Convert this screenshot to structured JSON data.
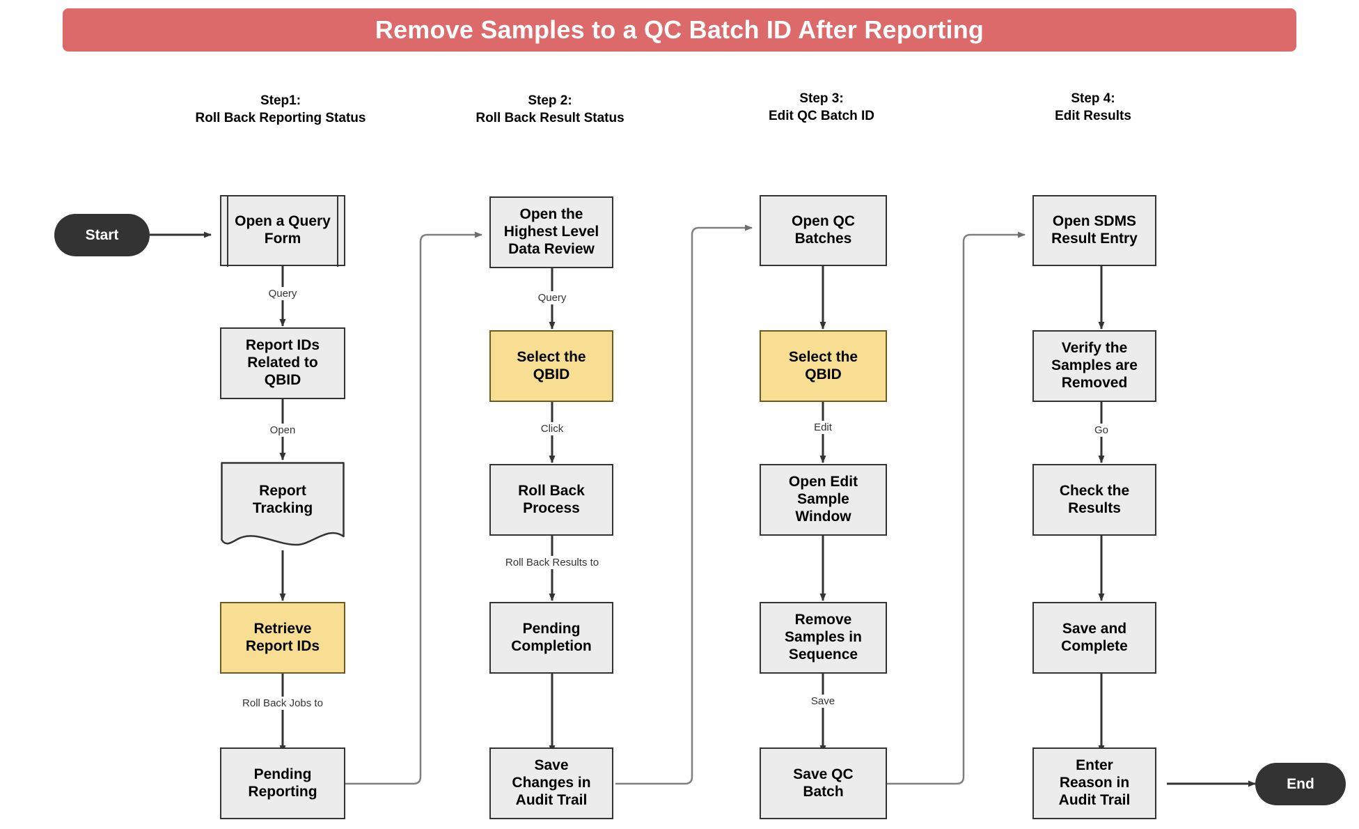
{
  "title": {
    "text": "Remove Samples to a QC Batch ID After Reporting",
    "banner_color": "#DD6A6A",
    "text_color": "#ffffff"
  },
  "colors": {
    "node_fill": "#ECECEC",
    "node_border": "#333333",
    "highlight_fill": "#F8DE93",
    "highlight_border": "#6B5A22",
    "terminator_fill": "#333333",
    "edge_stroke": "#333333",
    "cross_edge_stroke": "#7F7F7F"
  },
  "columns": [
    {
      "heading": "Step1:",
      "subheading": "Roll Back Reporting Status"
    },
    {
      "heading": "Step 2:",
      "subheading": "Roll Back Result Status"
    },
    {
      "heading": "Step 3:",
      "subheading": "Edit QC Batch ID"
    },
    {
      "heading": "Step 4:",
      "subheading": "Edit Results"
    }
  ],
  "terminators": {
    "start": "Start",
    "end": "End"
  },
  "nodes": {
    "c1n1": {
      "lines": [
        "Open a Query",
        "Form"
      ],
      "shape": "predefined-process",
      "highlight": false
    },
    "c1n2": {
      "lines": [
        "Report IDs",
        "Related to",
        "QBID"
      ],
      "shape": "process",
      "highlight": false
    },
    "c1n3": {
      "lines": [
        "Report",
        "Tracking"
      ],
      "shape": "document",
      "highlight": false
    },
    "c1n4": {
      "lines": [
        "Retrieve",
        "Report IDs"
      ],
      "shape": "process",
      "highlight": true
    },
    "c1n5": {
      "lines": [
        "Pending",
        "Reporting"
      ],
      "shape": "process",
      "highlight": false
    },
    "c2n1": {
      "lines": [
        "Open the",
        "Highest Level",
        "Data Review"
      ],
      "shape": "process",
      "highlight": false
    },
    "c2n2": {
      "lines": [
        "Select the",
        "QBID"
      ],
      "shape": "process",
      "highlight": true
    },
    "c2n3": {
      "lines": [
        "Roll Back",
        "Process"
      ],
      "shape": "process",
      "highlight": false
    },
    "c2n4": {
      "lines": [
        "Pending",
        "Completion"
      ],
      "shape": "process",
      "highlight": false
    },
    "c2n5": {
      "lines": [
        "Save",
        "Changes in",
        "Audit Trail"
      ],
      "shape": "process",
      "highlight": false
    },
    "c3n1": {
      "lines": [
        "Open QC",
        "Batches"
      ],
      "shape": "process",
      "highlight": false
    },
    "c3n2": {
      "lines": [
        "Select the",
        "QBID"
      ],
      "shape": "process",
      "highlight": true
    },
    "c3n3": {
      "lines": [
        "Open Edit",
        "Sample",
        "Window"
      ],
      "shape": "process",
      "highlight": false
    },
    "c3n4": {
      "lines": [
        "Remove",
        "Samples in",
        "Sequence"
      ],
      "shape": "process",
      "highlight": false
    },
    "c3n5": {
      "lines": [
        "Save QC",
        "Batch"
      ],
      "shape": "process",
      "highlight": false
    },
    "c4n1": {
      "lines": [
        "Open SDMS",
        "Result Entry"
      ],
      "shape": "process",
      "highlight": false
    },
    "c4n2": {
      "lines": [
        "Verify the",
        "Samples are",
        "Removed"
      ],
      "shape": "process",
      "highlight": false
    },
    "c4n3": {
      "lines": [
        "Check the",
        "Results"
      ],
      "shape": "process",
      "highlight": false
    },
    "c4n4": {
      "lines": [
        "Save and",
        "Complete"
      ],
      "shape": "process",
      "highlight": false
    },
    "c4n5": {
      "lines": [
        "Enter",
        "Reason in",
        "Audit Trail"
      ],
      "shape": "process",
      "highlight": false
    }
  },
  "edge_labels": {
    "c1e1": "Query",
    "c1e2": "Open",
    "c1e4": "Roll Back Jobs to",
    "c2e1": "Query",
    "c2e2": "Click",
    "c2e3": "Roll Back Results to",
    "c3e2": "Edit",
    "c3e4": "Save",
    "c4e1": "Go"
  }
}
